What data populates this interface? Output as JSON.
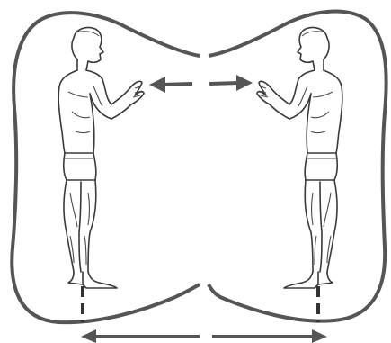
{
  "figure": {
    "elements": [
      "boundary-outline",
      "left-figure",
      "right-figure",
      "top-arrow-pair",
      "bottom-arrow"
    ],
    "colors": {
      "ink": "#3a3a3a",
      "outline": "#555555",
      "background": "#ffffff"
    }
  }
}
